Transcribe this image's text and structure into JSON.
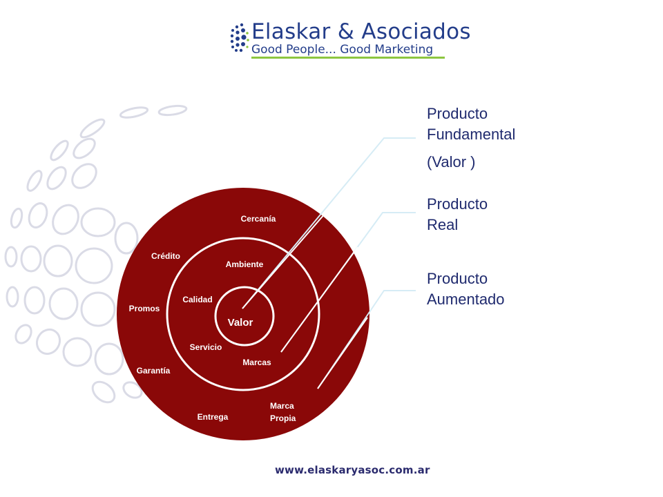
{
  "logo": {
    "title": "Elaskar & Asociados",
    "tagline": "Good People... Good Marketing"
  },
  "diagram": {
    "outer_ring": {
      "items": [
        "Cercanía",
        "Crédito",
        "Promos",
        "Garantía",
        "Entrega"
      ],
      "marca_propia_line1": "Marca",
      "marca_propia_line2": "Propia"
    },
    "middle_ring": {
      "items": [
        "Ambiente",
        "Calidad",
        "Servicio",
        "Marcas"
      ]
    },
    "core": {
      "label": "Valor"
    }
  },
  "legend": {
    "fundamental_line1": "Producto",
    "fundamental_line2": "Fundamental",
    "fundamental_line3": "(Valor )",
    "real_line1": "Producto",
    "real_line2": "Real",
    "aumentado_line1": "Producto",
    "aumentado_line2": "Aumentado"
  },
  "footer": {
    "url": "www.elaskaryasoc.com.ar"
  },
  "colors": {
    "circle_fill": "#8a0808",
    "ring_stroke": "#ffffff",
    "label_text": "#1f2a6e",
    "connector_light": "#d6ecf5",
    "logo_blue": "#233d8a",
    "logo_green": "#8cc63f"
  }
}
